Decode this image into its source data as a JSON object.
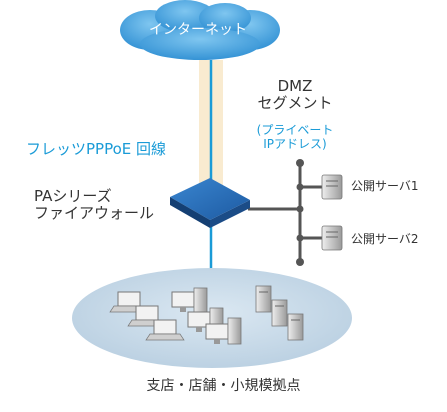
{
  "cloud": {
    "label": "インターネット"
  },
  "link_label": "フレッツPPPoE 回線",
  "dmz": {
    "title_line1": "DMZ",
    "title_line2": "セグメント",
    "note_line1": "(プライベート",
    "note_line2": "IPアドレス)"
  },
  "firewall": {
    "line1": "PAシリーズ",
    "line2": "ファイアウォール"
  },
  "servers": [
    {
      "label": "公開サーバ1"
    },
    {
      "label": "公開サーバ2"
    }
  ],
  "branch": {
    "label": "支店・店舗・小規模拠点"
  },
  "colors": {
    "cloud": "#4aa6e0",
    "link": "#1a9bd7",
    "pppoe_band": "#f7e6c4",
    "firewall": "#1f5fa8",
    "dmz_line": "#555555",
    "lan_ellipse": "#c6d9e8"
  }
}
